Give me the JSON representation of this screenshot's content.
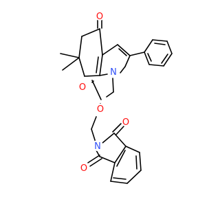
{
  "molecule": {
    "atom_labels": {
      "o_ketone": "O",
      "n_indole": "N",
      "o_ester_carbonyl": "O",
      "o_ester": "O",
      "n_imide": "N",
      "o_imide_top": "O",
      "o_imide_bottom": "O"
    },
    "colors": {
      "bond": "#000000",
      "oxygen": "#ff0d0d",
      "nitrogen": "#3050f8",
      "background": "#ffffff"
    }
  }
}
